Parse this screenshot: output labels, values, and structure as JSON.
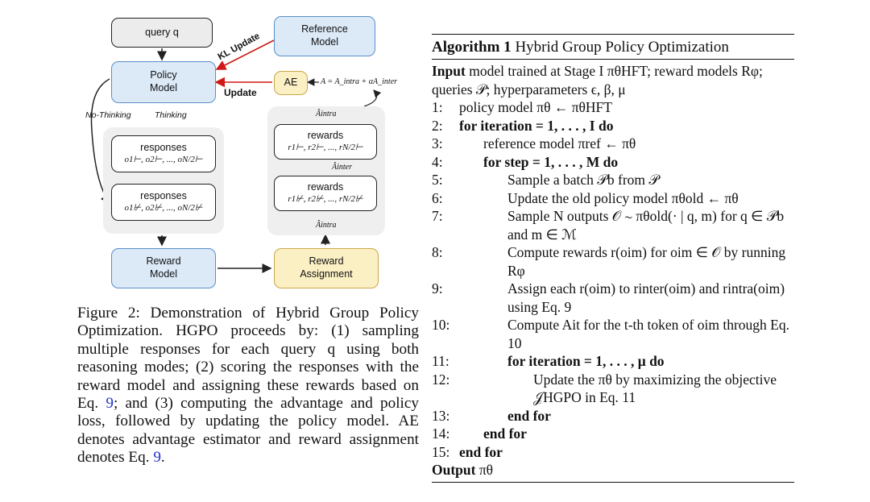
{
  "diagram": {
    "query": "query q",
    "reference_model": "Reference\nModel",
    "policy_model": "Policy\nModel",
    "ae": "AE",
    "ae_formula": "A = A_intra + αA_inter",
    "kl_update": "KL Update",
    "update": "Update",
    "no_thinking": "No-Thinking",
    "thinking": "Thinking",
    "responses_think_label": "responses",
    "responses_think_seq": "o1⊢, o2⊢, ..., oN/2⊢",
    "responses_nothink_label": "responses",
    "responses_nothink_seq": "o1⊬, o2⊬, ..., oN/2⊬",
    "rewards_think_label": "rewards",
    "rewards_think_seq": "r1⊢, r2⊢, ..., rN/2⊢",
    "rewards_nothink_label": "rewards",
    "rewards_nothink_seq": "r1⊬, r2⊬, ..., rN/2⊬",
    "a_intra_top": "Âintra",
    "a_inter": "Âinter",
    "a_intra_bottom": "Âintra",
    "reward_model": "Reward\nModel",
    "reward_assignment": "Reward\nAssignment"
  },
  "caption": {
    "prefix": "Figure 2: Demonstration of Hybrid Group Policy Optimization. HGPO proceeds by: (1) sampling multiple responses for each query q using both reasoning modes; (2) scoring the responses with the reward model and assigning these rewards based on Eq. ",
    "ref1": "9",
    "middle": "; and (3) computing the advantage and policy loss, followed by updating the policy model. AE denotes advantage estimator and reward assignment denotes Eq. ",
    "ref2": "9",
    "suffix": "."
  },
  "algorithm": {
    "title_bold": "Algorithm 1",
    "title_rest": "Hybrid Group Policy Optimization",
    "input_label": "Input",
    "input_text": "model trained at Stage I πθHFT; reward models Rφ; queries 𝒫; hyperparameters ϵ, β, μ",
    "lines": [
      {
        "n": "1:",
        "text": "policy model πθ ← πθHFT"
      },
      {
        "n": "2:",
        "text": "for iteration = 1, . . . , I do"
      },
      {
        "n": "3:",
        "text": "reference model πref ← πθ"
      },
      {
        "n": "4:",
        "text": "for step = 1, . . . , M do"
      },
      {
        "n": "5:",
        "text": "Sample a batch 𝒫b from 𝒫"
      },
      {
        "n": "6:",
        "text": "Update the old policy model πθold ← πθ"
      },
      {
        "n": "7:",
        "text": "Sample N outputs 𝒪 ∼ πθold(· | q, m) for q ∈ 𝒫b and m ∈ ℳ"
      },
      {
        "n": "8:",
        "text": "Compute rewards r(oim) for oim ∈ 𝒪 by running Rφ"
      },
      {
        "n": "9:",
        "text": "Assign each r(oim) to rinter(oim) and rintra(oim) using Eq. 9"
      },
      {
        "n": "10:",
        "text": "Compute Ait for the t-th token of oim through Eq. 10"
      },
      {
        "n": "11:",
        "text": "for iteration = 1, . . . , μ do"
      },
      {
        "n": "12:",
        "text": "Update the πθ by maximizing the objective 𝒥HGPO in Eq. 11"
      },
      {
        "n": "13:",
        "text": "end for"
      },
      {
        "n": "14:",
        "text": "end for"
      },
      {
        "n": "15:",
        "text": "end for"
      }
    ],
    "output_label": "Output",
    "output_text": "πθ"
  }
}
